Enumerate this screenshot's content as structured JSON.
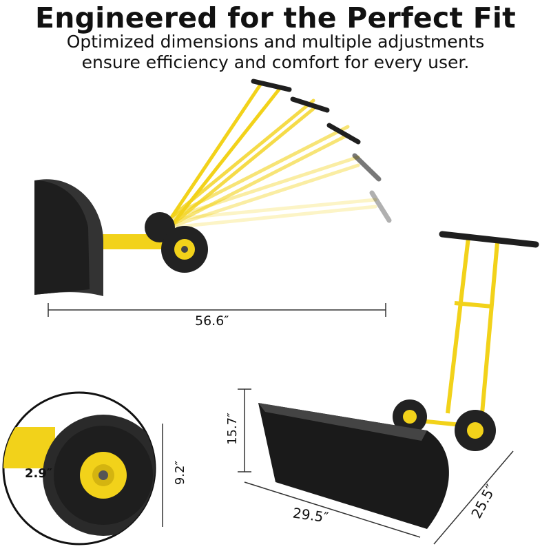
{
  "header": {
    "title": "Engineered for the Perfect Fit",
    "subtitle_line1": "Optimized dimensions and multiple adjustments",
    "subtitle_line2": "ensure efficiency and comfort for every user."
  },
  "dimensions": {
    "length": "56.6″",
    "blade_height": "15.7″",
    "wheel_diameter": "9.2″",
    "wheel_width": "2.9″",
    "blade_width": "29.5″",
    "blade_depth": "25.5″"
  },
  "colors": {
    "frame": "#f2d21a",
    "blade": "#1a1a1a",
    "tire": "#222222",
    "hub": "#f2d21a"
  }
}
